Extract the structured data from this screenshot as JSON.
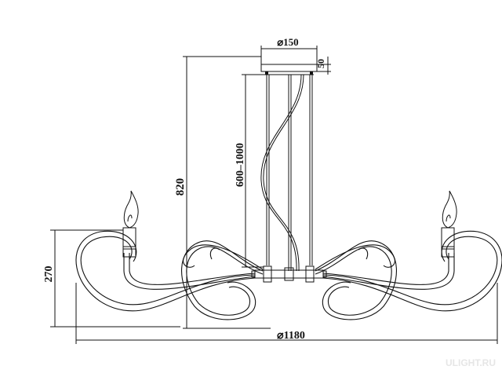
{
  "dimensions": {
    "canopy_diameter": "⌀150",
    "canopy_height": "50",
    "adjustable_drop": "600–1000",
    "total_height": "820",
    "fixture_height": "270",
    "total_diameter": "⌀1180"
  },
  "watermark": "ULIGHT.RU"
}
